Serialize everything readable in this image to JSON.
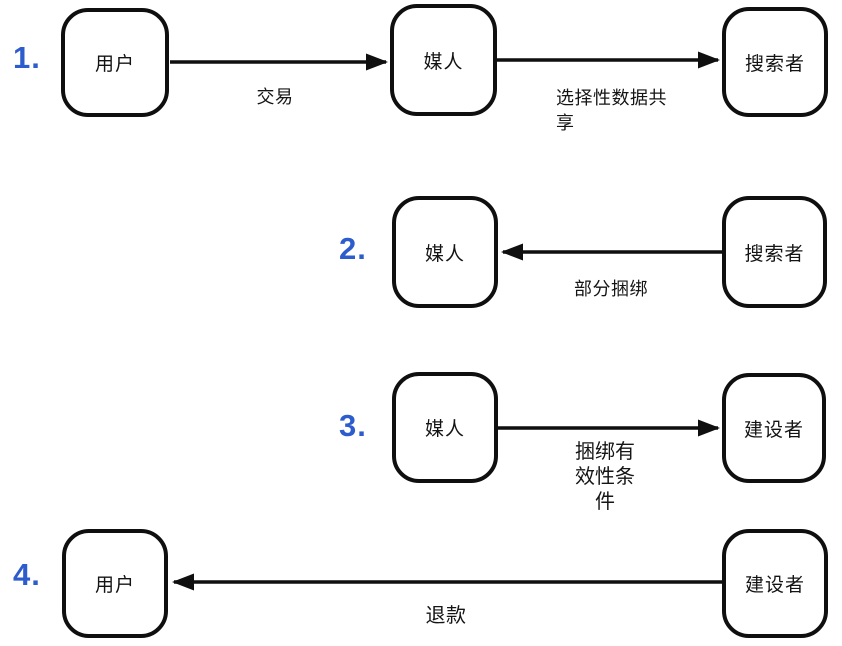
{
  "colors": {
    "step_number": "#2d5ccd",
    "line": "#0f0f0f",
    "background": "#ffffff"
  },
  "steps": {
    "step1": {
      "number": "1.",
      "source_box": "用户",
      "middle_box": "媒人",
      "target_box": "搜索者",
      "edge_user_to_matchmaker": "交易",
      "edge_matchmaker_to_searcher": "选择性数据共享"
    },
    "step2": {
      "number": "2.",
      "target_box": "媒人",
      "source_box": "搜索者",
      "edge_label": "部分捆绑"
    },
    "step3": {
      "number": "3.",
      "source_box": "媒人",
      "target_box": "建设者",
      "edge_label": "捆绑有效性条件"
    },
    "step4": {
      "number": "4.",
      "target_box": "用户",
      "source_box": "建设者",
      "edge_label": "退款"
    }
  }
}
